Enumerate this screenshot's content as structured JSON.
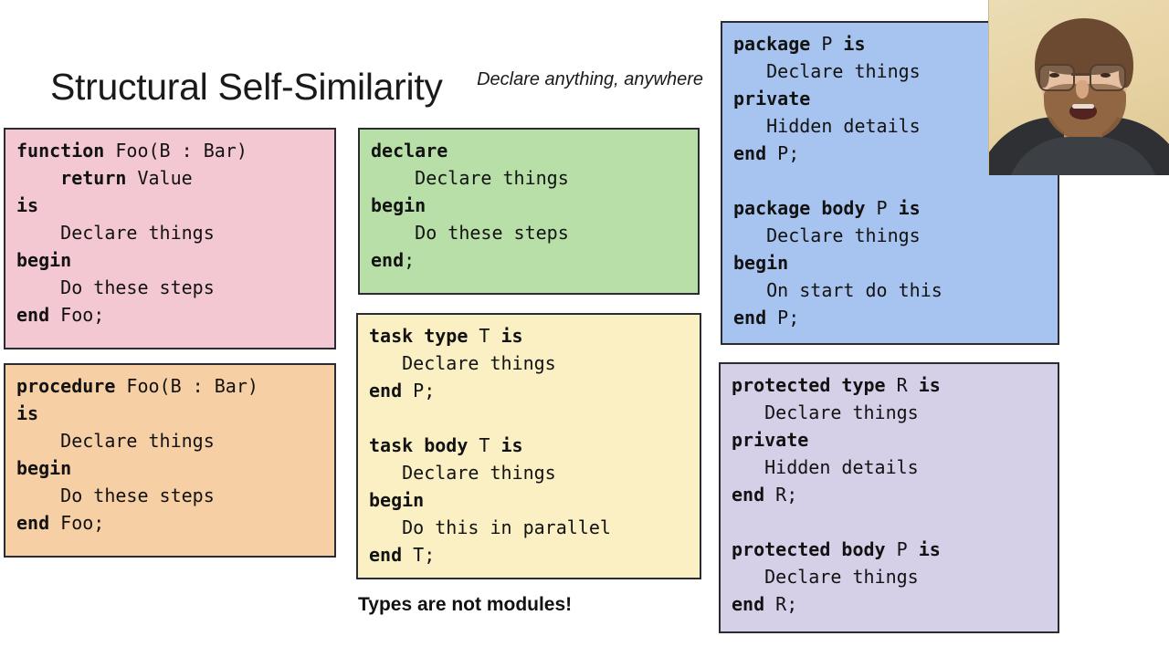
{
  "slide": {
    "title": "Structural Self-Similarity",
    "tagline": "Declare anything, anywhere",
    "caption": "Types are not modules!"
  },
  "colors": {
    "function_box": "#f3c8d3",
    "procedure_box": "#f6cfa5",
    "declare_box": "#b7dfa7",
    "task_box": "#faf0c4",
    "package_box": "#a7c4f0",
    "protected_box": "#d6cfe8",
    "box_border": "#2b2b33",
    "text": "#121212",
    "background": "#ffffff"
  },
  "boxes": {
    "function": {
      "name": "function-subprogram-box",
      "lines": [
        [
          {
            "t": "function",
            "b": true
          },
          {
            "t": " Foo(B : Bar)",
            "b": false
          }
        ],
        [
          {
            "t": "    ",
            "b": false
          },
          {
            "t": "return",
            "b": true
          },
          {
            "t": " Value",
            "b": false
          }
        ],
        [
          {
            "t": "is",
            "b": true
          }
        ],
        [
          {
            "t": "    Declare things",
            "b": false
          }
        ],
        [
          {
            "t": "begin",
            "b": true
          }
        ],
        [
          {
            "t": "    Do these steps",
            "b": false
          }
        ],
        [
          {
            "t": "end",
            "b": true
          },
          {
            "t": " Foo;",
            "b": false
          }
        ]
      ]
    },
    "procedure": {
      "name": "procedure-subprogram-box",
      "lines": [
        [
          {
            "t": "procedure",
            "b": true
          },
          {
            "t": " Foo(B : Bar)",
            "b": false
          }
        ],
        [
          {
            "t": "is",
            "b": true
          }
        ],
        [
          {
            "t": "    Declare things",
            "b": false
          }
        ],
        [
          {
            "t": "begin",
            "b": true
          }
        ],
        [
          {
            "t": "    Do these steps",
            "b": false
          }
        ],
        [
          {
            "t": "end",
            "b": true
          },
          {
            "t": " Foo;",
            "b": false
          }
        ]
      ]
    },
    "declare": {
      "name": "declare-block-box",
      "lines": [
        [
          {
            "t": "declare",
            "b": true
          }
        ],
        [
          {
            "t": "    Declare things",
            "b": false
          }
        ],
        [
          {
            "t": "begin",
            "b": true
          }
        ],
        [
          {
            "t": "    Do these steps",
            "b": false
          }
        ],
        [
          {
            "t": "end",
            "b": true
          },
          {
            "t": ";",
            "b": false
          }
        ]
      ]
    },
    "task": {
      "name": "task-type-and-body-box",
      "lines": [
        [
          {
            "t": "task type",
            "b": true
          },
          {
            "t": " T ",
            "b": false
          },
          {
            "t": "is",
            "b": true
          }
        ],
        [
          {
            "t": "   Declare things",
            "b": false
          }
        ],
        [
          {
            "t": "end",
            "b": true
          },
          {
            "t": " P;",
            "b": false
          }
        ],
        [
          {
            "t": "",
            "b": false
          }
        ],
        [
          {
            "t": "task body",
            "b": true
          },
          {
            "t": " T ",
            "b": false
          },
          {
            "t": "is",
            "b": true
          }
        ],
        [
          {
            "t": "   Declare things",
            "b": false
          }
        ],
        [
          {
            "t": "begin",
            "b": true
          }
        ],
        [
          {
            "t": "   Do this in parallel",
            "b": false
          }
        ],
        [
          {
            "t": "end",
            "b": true
          },
          {
            "t": " T;",
            "b": false
          }
        ]
      ]
    },
    "package": {
      "name": "package-spec-and-body-box",
      "lines": [
        [
          {
            "t": "package",
            "b": true
          },
          {
            "t": " P ",
            "b": false
          },
          {
            "t": "is",
            "b": true
          }
        ],
        [
          {
            "t": "   Declare things",
            "b": false
          }
        ],
        [
          {
            "t": "private",
            "b": true
          }
        ],
        [
          {
            "t": "   Hidden details",
            "b": false
          }
        ],
        [
          {
            "t": "end",
            "b": true
          },
          {
            "t": " P;",
            "b": false
          }
        ],
        [
          {
            "t": "",
            "b": false
          }
        ],
        [
          {
            "t": "package body",
            "b": true
          },
          {
            "t": " P ",
            "b": false
          },
          {
            "t": "is",
            "b": true
          }
        ],
        [
          {
            "t": "   Declare things",
            "b": false
          }
        ],
        [
          {
            "t": "begin",
            "b": true
          }
        ],
        [
          {
            "t": "   On start do this",
            "b": false
          }
        ],
        [
          {
            "t": "end",
            "b": true
          },
          {
            "t": " P;",
            "b": false
          }
        ]
      ]
    },
    "protected": {
      "name": "protected-type-and-body-box",
      "lines": [
        [
          {
            "t": "protected type",
            "b": true
          },
          {
            "t": " R ",
            "b": false
          },
          {
            "t": "is",
            "b": true
          }
        ],
        [
          {
            "t": "   Declare things",
            "b": false
          }
        ],
        [
          {
            "t": "private",
            "b": true
          }
        ],
        [
          {
            "t": "   Hidden details",
            "b": false
          }
        ],
        [
          {
            "t": "end",
            "b": true
          },
          {
            "t": " R;",
            "b": false
          }
        ],
        [
          {
            "t": "",
            "b": false
          }
        ],
        [
          {
            "t": "protected body",
            "b": true
          },
          {
            "t": " P ",
            "b": false
          },
          {
            "t": "is",
            "b": true
          }
        ],
        [
          {
            "t": "   Declare things",
            "b": false
          }
        ],
        [
          {
            "t": "end",
            "b": true
          },
          {
            "t": " R;",
            "b": false
          }
        ]
      ]
    }
  },
  "webcam": {
    "name": "presenter-webcam-overlay",
    "description": "Presenter speaking to camera"
  }
}
